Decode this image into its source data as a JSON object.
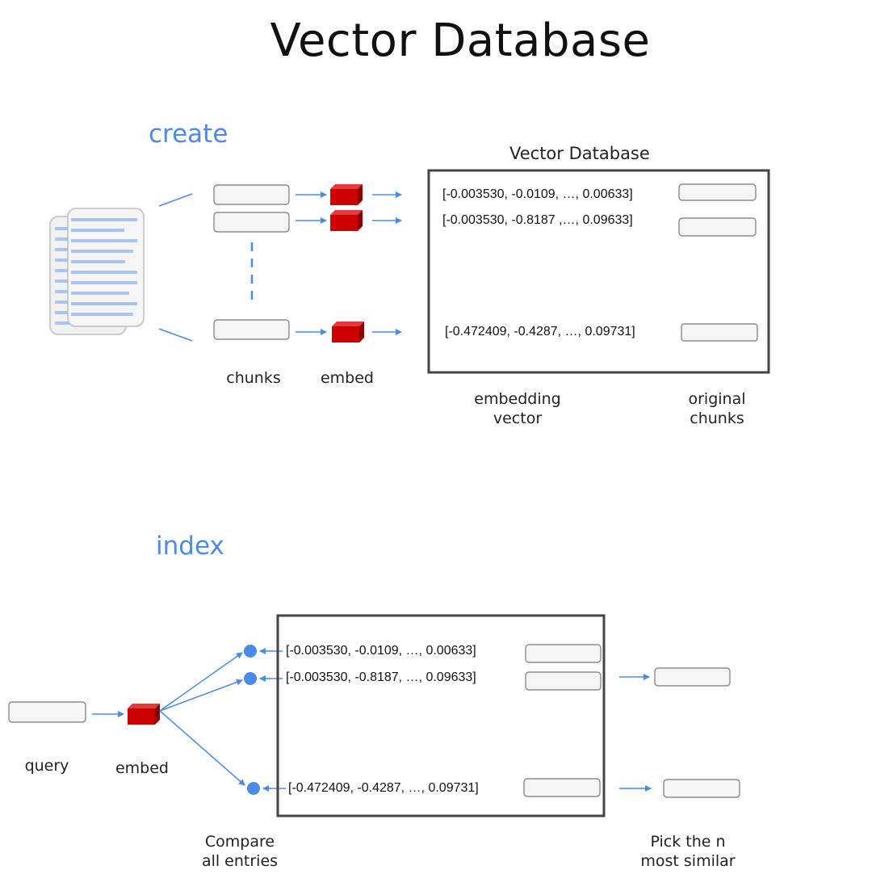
{
  "title": "Vector Database",
  "create": {
    "section_label": "create",
    "db_title": "Vector Database",
    "chunks_label": "chunks",
    "embed_label": "embed",
    "embedding_vector_label": "embedding\nvector",
    "original_chunks_label": "original\nchunks",
    "vectors": [
      "[-0.003530, -0.0109, …, 0.00633]",
      "[-0.003530, -0.8187 ,…, 0.09633]",
      "[-0.472409, -0.4287, …, 0.09731]"
    ]
  },
  "index": {
    "section_label": "index",
    "query_label": "query",
    "embed_label": "embed",
    "compare_label": "Compare\nall entries",
    "pick_label": "Pick the n\nmost similar",
    "vectors": [
      "[-0.003530, -0.0109, …, 0.00633]",
      "[-0.003530, -0.8187, …, 0.09633]",
      "[-0.472409, -0.4287, …, 0.09731]"
    ]
  },
  "colors": {
    "accent_blue": "#4a8ae8",
    "embed_red": "#cc0000",
    "doc_line": "#a9c4f2"
  }
}
